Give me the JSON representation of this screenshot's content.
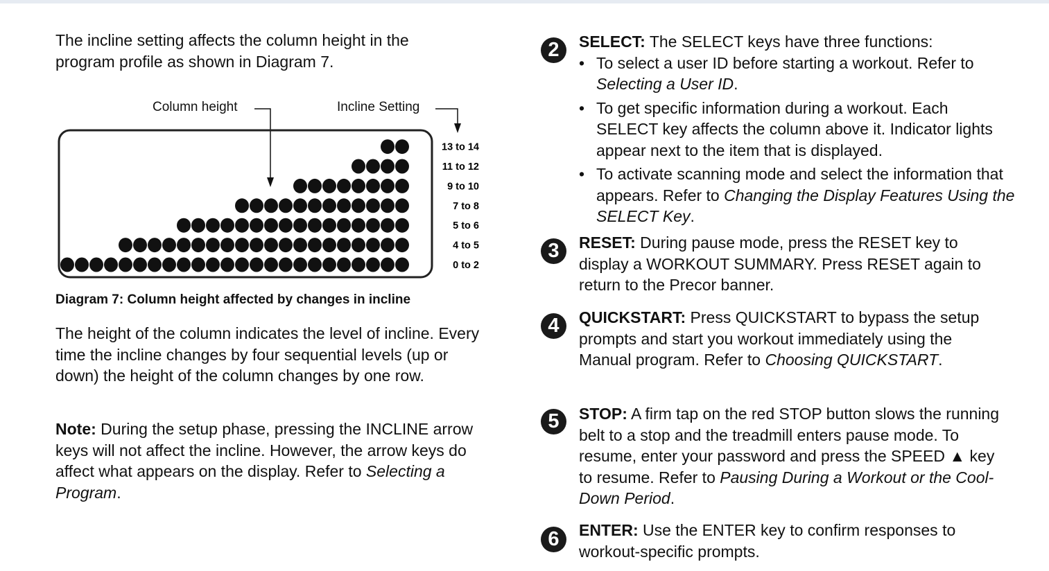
{
  "left": {
    "intro": "The incline setting affects the column height in the program profile as shown in Diagram 7.",
    "diagram": {
      "label_column": "Column height",
      "label_incline": "Incline Setting",
      "rows": [
        {
          "label": "13 to 14",
          "dots": 2
        },
        {
          "label": "11 to 12",
          "dots": 4
        },
        {
          "label": "9 to 10",
          "dots": 8
        },
        {
          "label": "7 to 8",
          "dots": 12
        },
        {
          "label": "5 to 6",
          "dots": 16
        },
        {
          "label": "4 to 5",
          "dots": 20
        },
        {
          "label": "0 to 2",
          "dots": 24
        }
      ],
      "caption": "Diagram 7: Column height affected by changes in incline"
    },
    "para2": "The height of the column indicates the level of incline. Every time the incline changes by four sequential levels (up or down) the height of the column changes by one row.",
    "note_label": "Note:",
    "note_text": " During the setup phase, pressing the INCLINE arrow keys will not affect the incline. However, the arrow keys do affect what appears on the display. Refer to ",
    "note_ref": "Selecting a Program",
    "note_end": "."
  },
  "right": {
    "items": [
      {
        "num": "2",
        "title": "SELECT:",
        "text": " The SELECT keys have three functions:",
        "bullets": [
          {
            "text": "To select a user ID before starting a workout. Refer to ",
            "ref": "Selecting a User ID",
            "end": "."
          },
          {
            "text": "To get specific information during a workout. Each SELECT key affects the column above it. Indicator lights appear next to the item that is displayed.",
            "ref": "",
            "end": ""
          },
          {
            "text": "To activate scanning mode and select the information that appears. Refer to ",
            "ref": "Changing the Display Features Using the SELECT Key",
            "end": "."
          }
        ]
      },
      {
        "num": "3",
        "title": "RESET:",
        "text": " During pause mode, press the RESET key to display a WORKOUT SUMMARY. Press RESET again to return to the Precor banner."
      },
      {
        "num": "4",
        "title": "QUICKSTART:",
        "text": " Press QUICKSTART to bypass the setup prompts and start you workout immediately using the Manual program. Refer to ",
        "ref": "Choosing QUICKSTART",
        "end": "."
      },
      {
        "num": "5",
        "title": "STOP:",
        "text": " A firm tap on the red STOP button slows the running belt to a stop and the treadmill enters pause mode. To resume, enter your password and press the SPEED ▲ key to resume. Refer to ",
        "ref": "Pausing During a Workout or the Cool-Down Period",
        "end": "."
      },
      {
        "num": "6",
        "title": "ENTER:",
        "text": " Use the ENTER key to confirm responses to workout-specific prompts."
      }
    ],
    "bullet_glyph": "•"
  }
}
